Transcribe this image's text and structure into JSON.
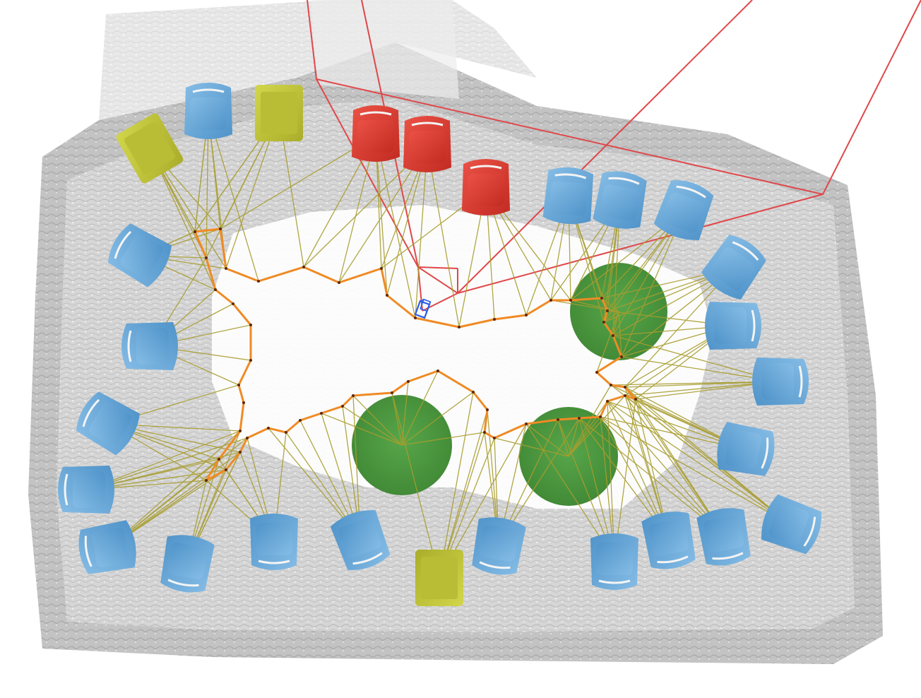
{
  "scene": {
    "colors": {
      "background": "#ffffff",
      "room_mesh": "#cfcfcf",
      "room_mesh_dark": "#a9a9a9",
      "chair_default": "#6aaad8",
      "chair_highlight_red": "#d83a2e",
      "chair_highlight_yellow": "#c2c83a",
      "table_green": "#4c9a3f",
      "trajectory_orange": "#f08a24",
      "sightline_olive": "#a89d2e",
      "frustum_red": "#e0474a",
      "camera_blue": "#2a5ee8"
    },
    "object_legend": [
      "chair",
      "chair-selected-red",
      "chair-selected-yellow",
      "round-table",
      "camera-trajectory",
      "view-frustum",
      "camera"
    ]
  }
}
